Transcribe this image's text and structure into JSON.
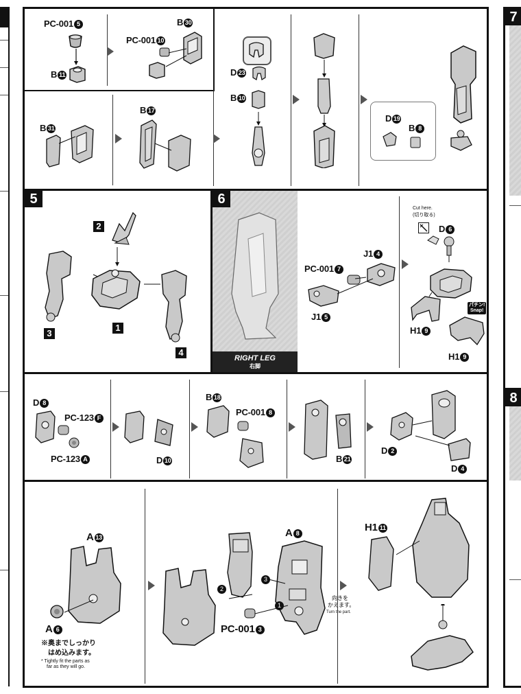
{
  "top_panel": {
    "labels": {
      "pc001_5": "PC-001",
      "pc001_5_n": "5",
      "b11": "B",
      "b11_n": "11",
      "pc001_10": "PC-001",
      "pc001_10_n": "10",
      "b30": "B",
      "b30_n": "30",
      "d23": "D",
      "d23_n": "23",
      "b10": "B",
      "b10_n": "10",
      "b31": "B",
      "b31_n": "31",
      "b17": "B",
      "b17_n": "17",
      "d19": "D",
      "d19_n": "19",
      "b8": "B",
      "b8_n": "8"
    }
  },
  "step5": {
    "number": "5",
    "labels": {
      "p1": "1",
      "p2": "2",
      "p3": "3",
      "p4": "4"
    }
  },
  "step6": {
    "number": "6",
    "banner": "RIGHT LEG",
    "banner_jp": "右脚",
    "labels": {
      "pc001_7": "PC-001",
      "pc001_7_n": "7",
      "j14": "J1",
      "j14_n": "4",
      "j15": "J1",
      "j15_n": "5",
      "cut_here": "Cut here.",
      "cut_jp": "(切り取る)",
      "d6": "D",
      "d6_n": "6",
      "h19a": "H1",
      "h19a_n": "9",
      "h19b": "H1",
      "h19b_n": "9",
      "snap_jp": "パチン!",
      "snap_en": "Snap!"
    }
  },
  "mid_panel": {
    "labels": {
      "d8": "D",
      "d8_n": "8",
      "pc123f": "PC-123",
      "pc123f_n": "F",
      "pc123a": "PC-123",
      "pc123a_n": "A",
      "d10": "D",
      "d10_n": "10",
      "b18": "B",
      "b18_n": "18",
      "pc001_8": "PC-001",
      "pc001_8_n": "8",
      "b21": "B",
      "b21_n": "21",
      "d2": "D",
      "d2_n": "2",
      "d4": "D",
      "d4_n": "4"
    }
  },
  "bottom_panel": {
    "labels": {
      "a13": "A",
      "a13_n": "13",
      "a6": "A",
      "a6_n": "6",
      "note_jp1": "※奥までしっかり",
      "note_jp2": "はめ込みます。",
      "note_en1": "* Tightly fit the parts as",
      "note_en2": "far as they will go.",
      "a8": "A",
      "a8_n": "8",
      "pc001_3": "PC-001",
      "pc001_3_n": "3",
      "order1": "1",
      "order2": "2",
      "order3": "3",
      "turn_jp1": "向きを",
      "turn_jp2": "かえます。",
      "turn_en": "Turn the part.",
      "h111": "H1",
      "h111_n": "11"
    }
  },
  "right_edge": {
    "step7": "7",
    "step8": "8"
  }
}
